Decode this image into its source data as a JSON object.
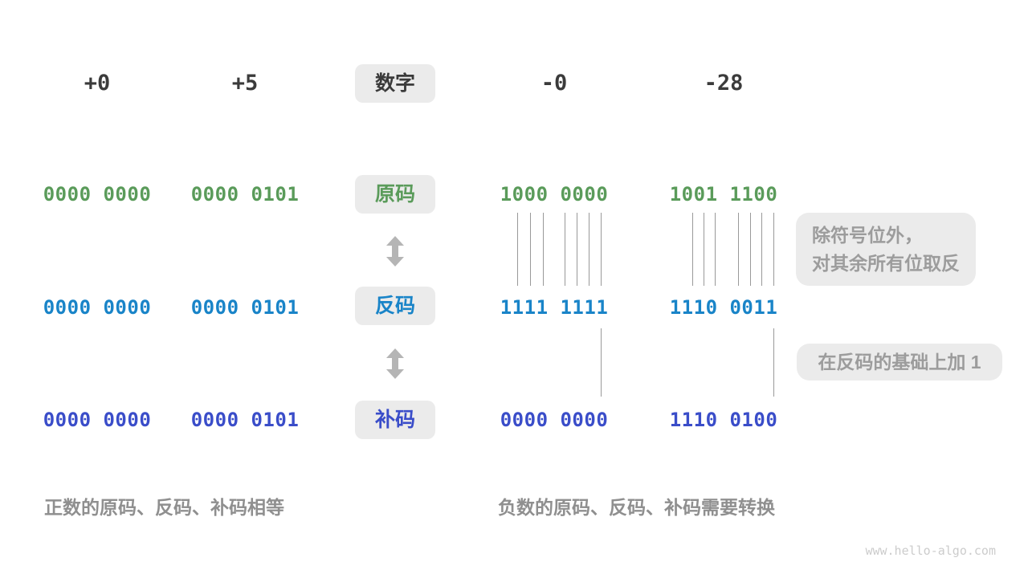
{
  "figure": {
    "header": {
      "values": [
        "+0",
        "+5",
        "-0",
        "-28"
      ],
      "badge": "数字"
    },
    "rows": [
      {
        "name": "sign-magnitude",
        "badge": "原码",
        "color": "#5A9B5A",
        "values": [
          "0000 0000",
          "0000 0101",
          "1000 0000",
          "1001 1100"
        ]
      },
      {
        "name": "ones-complement",
        "badge": "反码",
        "color": "#1984C8",
        "values": [
          "0000 0000",
          "0000 0101",
          "1111 1111",
          "1110 0011"
        ]
      },
      {
        "name": "twos-complement",
        "badge": "补码",
        "color": "#3A4DC9",
        "values": [
          "0000 0000",
          "0000 0101",
          "0000 0000",
          "1110 0100"
        ]
      }
    ],
    "notes": {
      "invert_line1": "除符号位外，",
      "invert_line2": "对其余所有位取反",
      "add_one": "在反码的基础上加 1"
    },
    "captions": {
      "positive": "正数的原码、反码、补码相等",
      "negative": "负数的原码、反码、补码需要转换"
    },
    "watermark": "www.hello-algo.com",
    "colors": {
      "header_text": "#3B3B3B",
      "sign_magnitude": "#5A9B5A",
      "ones_complement": "#1984C8",
      "twos_complement": "#3A4DC9",
      "badge_bg": "#EBEBEB",
      "note_bg": "#EBEBEB",
      "note_text": "#9C9C9C",
      "caption_text": "#8F8F8F",
      "arrow": "#B5B5B5",
      "connector_line": "#999999",
      "watermark_text": "#CCCCCC"
    }
  }
}
